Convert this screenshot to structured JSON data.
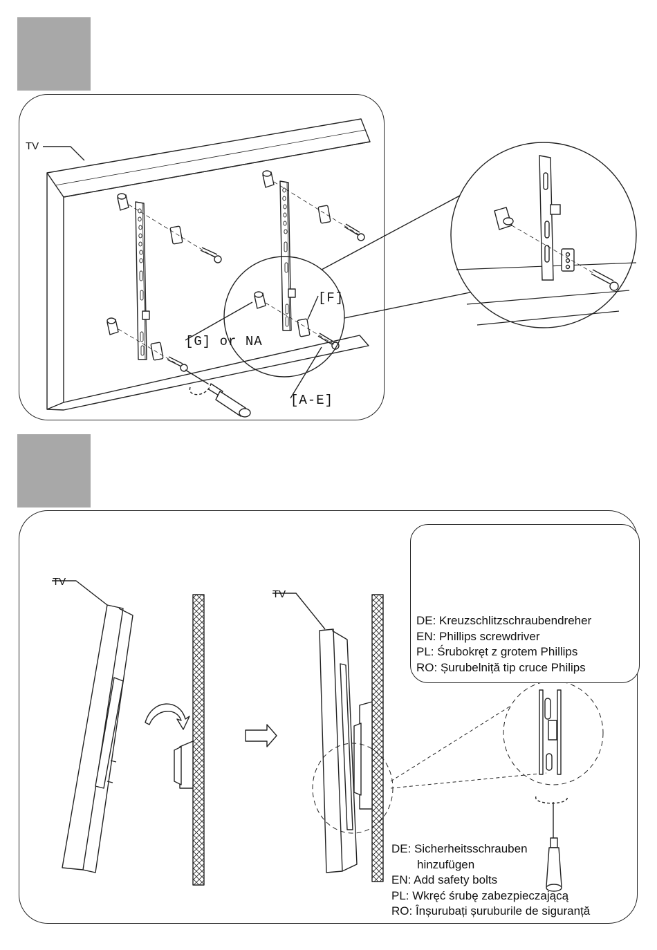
{
  "step1": {
    "tv_label": "TV",
    "label_g": "[G] or NA",
    "label_f": "[F]",
    "label_ae": "[A-E]"
  },
  "step2": {
    "tv_label_left": "TV",
    "tv_label_right": "TV",
    "tool_box": {
      "tool_icon": "phillips-screwdriver-icon",
      "lines": [
        "DE: Kreuzschlitzschraubendreher",
        "EN: Phillips screwdriver",
        "PL: Śrubokręt z grotem Phillips",
        "RO: Șurubelniță tip cruce Philips"
      ]
    },
    "safety": {
      "de_1": "DE: Sicherheitsschrauben",
      "de_2": "hinzufügen",
      "en": "EN: Add safety bolts",
      "pl": "PL: Wkręć śrubę zabezpieczającą",
      "ro": "RO: Înșurubați șuruburile de siguranță"
    }
  },
  "colors": {
    "badge": "#a8a8a8",
    "line": "#222222"
  }
}
